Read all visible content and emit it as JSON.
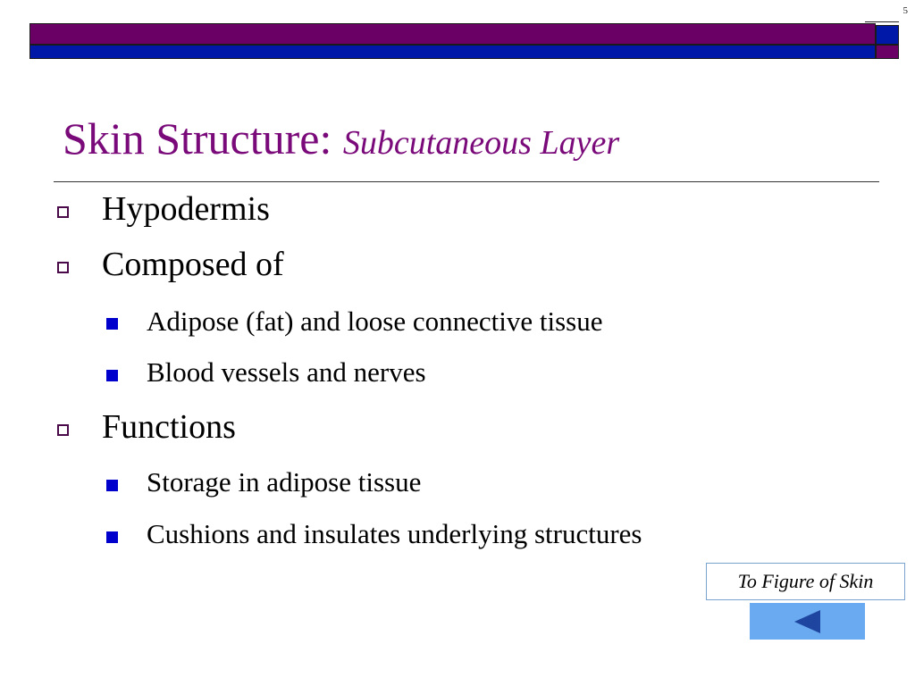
{
  "slide": {
    "number": "5",
    "colors": {
      "purple": "#6a0066",
      "blue": "#0018a8",
      "title": "#7a0a7a",
      "bullet_fill": "#0000cc",
      "bullet_outline": "#4a0a4a",
      "button_fill": "#6aaaf0",
      "button_arrow": "#1e46a0"
    }
  },
  "title": {
    "main": "Skin Structure:",
    "sub": "Subcutaneous Layer"
  },
  "bullets": [
    {
      "text": "Hypodermis",
      "children": []
    },
    {
      "text": "Composed of",
      "children": [
        "Adipose (fat) and loose connective tissue",
        "Blood vessels and nerves"
      ]
    },
    {
      "text": "Functions",
      "children": [
        "Storage in adipose tissue",
        "Cushions and insulates underlying structures"
      ]
    }
  ],
  "link": {
    "label": "To Figure of Skin"
  },
  "back_button": {
    "icon": "triangle-left-icon"
  }
}
